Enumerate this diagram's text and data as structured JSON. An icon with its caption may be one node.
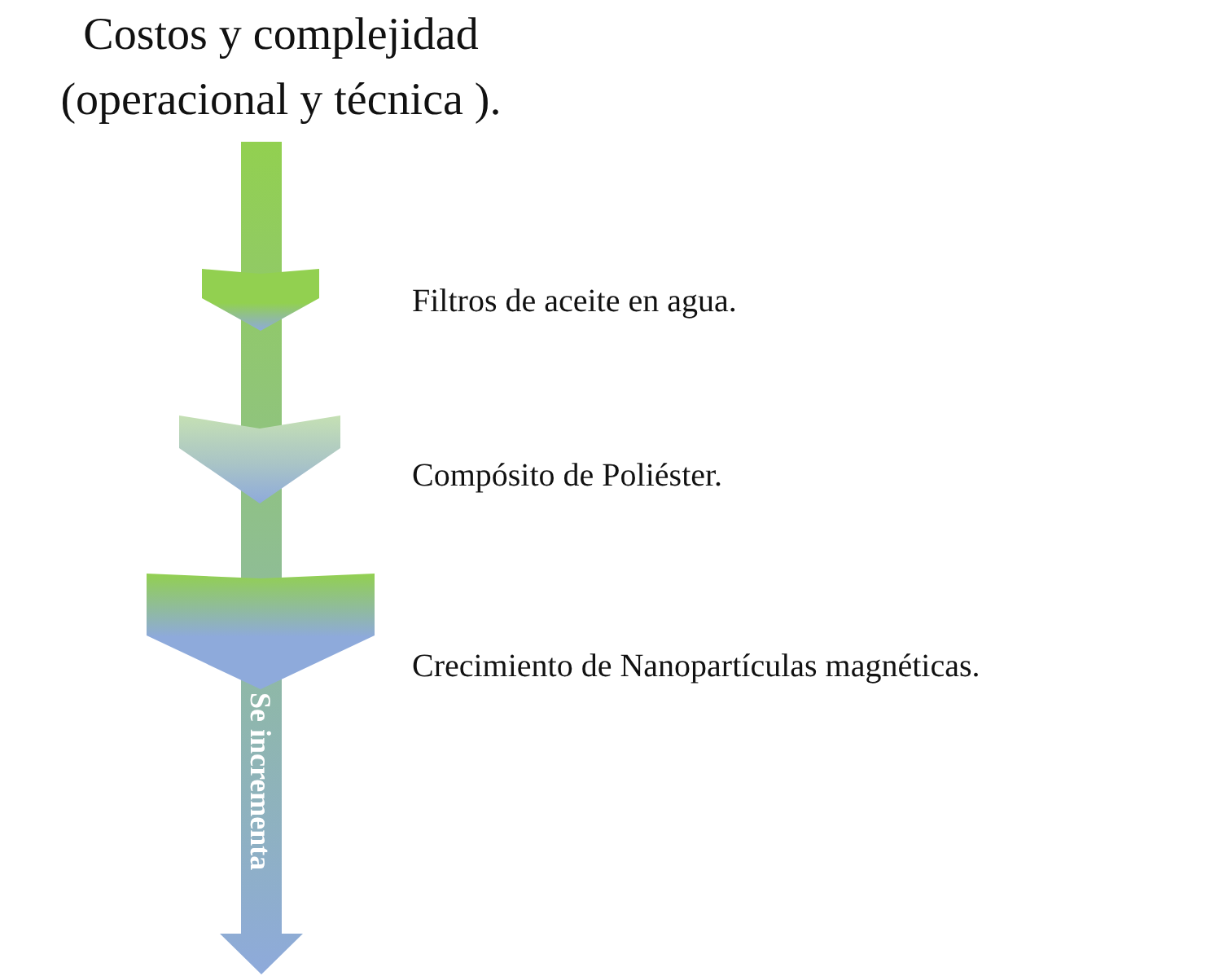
{
  "diagram": {
    "title": "Costos y complejidad (operacional y técnica ).",
    "nodes": [
      {
        "text": [],
        "shape": "chevron",
        "beside": [
          "Filtros de aceite en agua."
        ]
      },
      {
        "text": [],
        "shape": "chevron",
        "beside": [
          "Compósito de Poliéster."
        ]
      },
      {
        "text": [],
        "shape": "chevron",
        "beside": [
          "Crecimiento de Nanopartículas magnéticas."
        ]
      }
    ],
    "edges": [],
    "labels": [
      "Se incrementa"
    ]
  }
}
